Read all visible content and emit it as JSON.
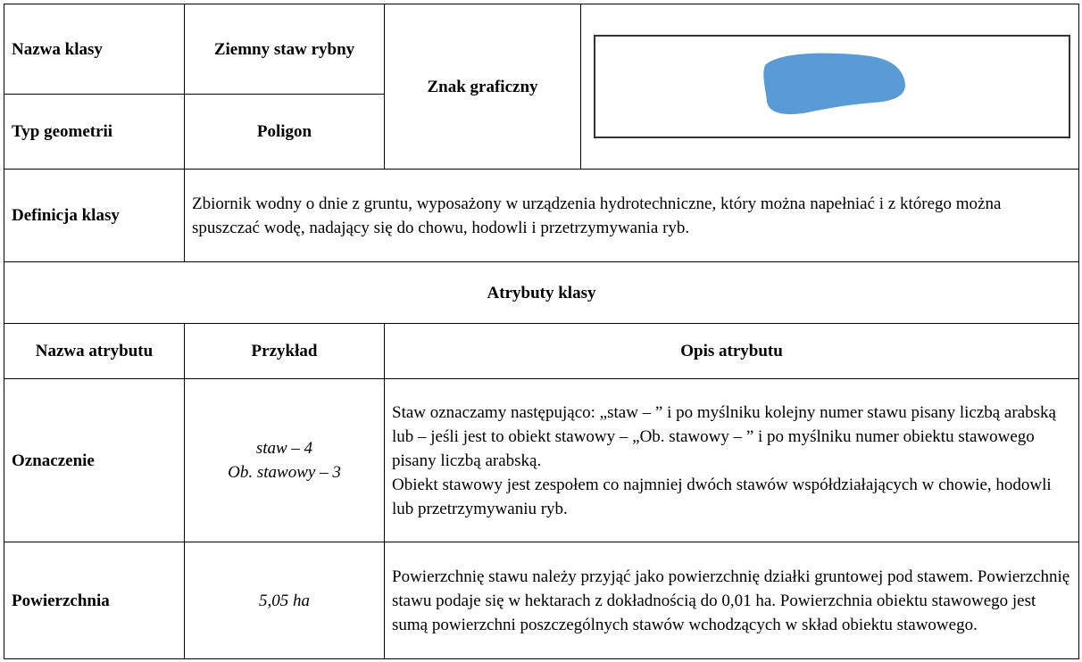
{
  "header": {
    "class_name_label": "Nazwa klasy",
    "class_name_value": "Ziemny staw rybny",
    "geometry_label": "Typ geometrii",
    "geometry_value": "Poligon",
    "symbol_label": "Znak graficzny",
    "symbol_color": "#5b9bd5"
  },
  "definition": {
    "label": "Definicja klasy",
    "text": "Zbiornik wodny o dnie z gruntu, wyposażony w urządzenia hydrotechniczne, który można napełniać i z którego można spuszczać wodę, nadający się do chowu, hodowli i przetrzymywania ryb."
  },
  "attributes": {
    "title": "Atrybuty klasy",
    "columns": [
      "Nazwa atrybutu",
      "Przykład",
      "Opis atrybutu"
    ],
    "rows": [
      {
        "name": "Oznaczenie",
        "example_lines": [
          "staw – 4",
          "Ob. stawowy – 3"
        ],
        "description": "Staw oznaczamy następująco: „staw – ” i po myślniku kolejny numer stawu pisany liczbą arabską lub – jeśli jest to obiekt stawowy – „Ob. stawowy – ” i po myślniku numer obiektu stawowego pisany liczbą arabską.",
        "description2": "Obiekt stawowy jest zespołem co najmniej dwóch stawów współdziałających w chowie, hodowli lub przetrzymywaniu ryb."
      },
      {
        "name": "Powierzchnia",
        "example_lines": [
          "5,05 ha"
        ],
        "description": "Powierzchnię stawu należy przyjąć jako powierzchnię działki gruntowej pod stawem. Powierzchnię stawu podaje się w hektarach z dokładnością do 0,01 ha. Powierzchnia obiektu stawowego jest sumą powierzchni poszczególnych stawów wchodzących w skład obiektu stawowego."
      }
    ]
  }
}
